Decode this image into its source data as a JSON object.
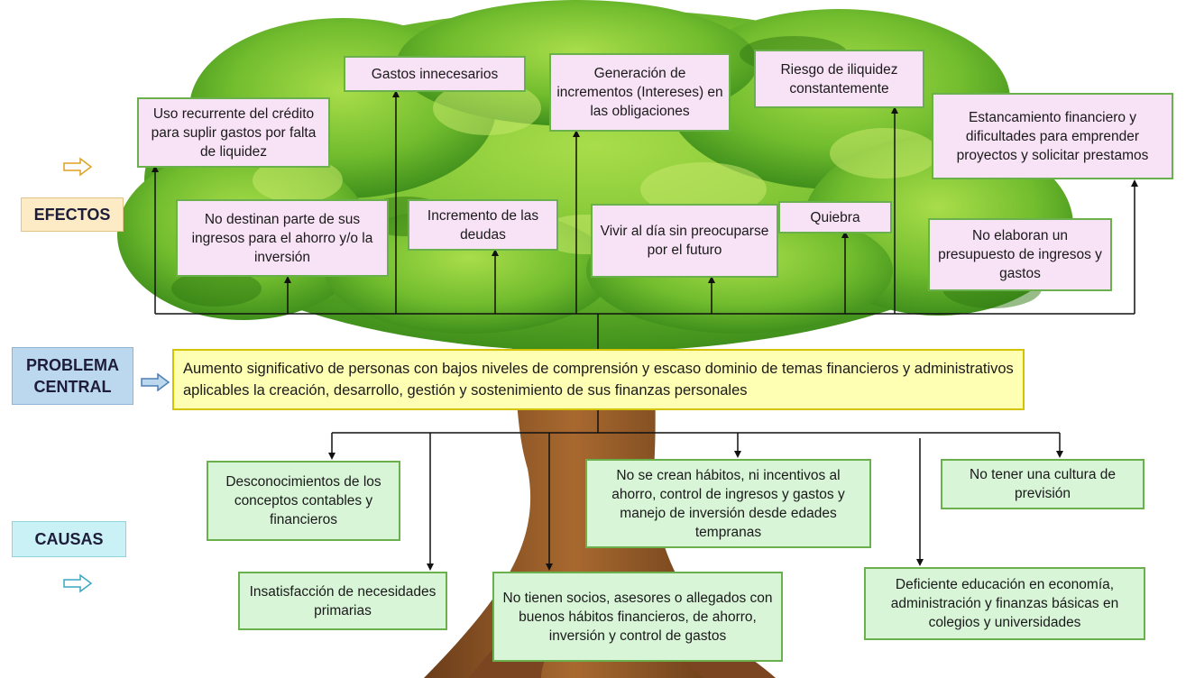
{
  "labels": {
    "efectos": "EFECTOS",
    "problema_line1": "PROBLEMA",
    "problema_line2": "CENTRAL",
    "causas": "CAUSAS"
  },
  "effects": {
    "e1": "Uso recurrente del crédito para suplir gastos por falta de liquidez",
    "e2": "Gastos innecesarios",
    "e3": "Generación de incrementos (Intereses) en las obligaciones",
    "e4": "Riesgo de iliquidez constantemente",
    "e5": "Estancamiento financiero y dificultades para emprender proyectos y solicitar prestamos",
    "e6": "No destinan parte de sus ingresos para el ahorro y/o la inversión",
    "e7": "Incremento de las deudas",
    "e8": "Vivir al día sin preocuparse por el futuro",
    "e9": "Quiebra",
    "e10": "No elaboran un presupuesto de ingresos y gastos"
  },
  "problem": "Aumento significativo de personas con bajos niveles de comprensión y escaso dominio de temas financieros y administrativos aplicables la creación, desarrollo, gestión y sostenimiento de sus finanzas personales",
  "causes": {
    "c1": "Desconocimientos de los conceptos contables y financieros",
    "c2": "No se crean hábitos, ni incentivos al ahorro, control de ingresos y gastos y manejo de inversión desde edades tempranas",
    "c3": "No tener una cultura de previsión",
    "c4": "Insatisfacción de necesidades primarias",
    "c5": "No tienen socios, asesores o allegados con buenos hábitos financieros, de ahorro, inversión y control de gastos",
    "c6": "Deficiente educación en economía, administración y finanzas básicas en colegios y universidades"
  },
  "icons": [
    "right-arrow-icon",
    "tree-illustration"
  ],
  "colors": {
    "effect_fill": "#f8e2f6",
    "cause_fill": "#d8f5d8",
    "box_border": "#6ab04c",
    "problem_fill": "#ffffb3",
    "efectos_label": "#fdebc6",
    "problema_label": "#bcd8ef",
    "causas_label": "#c9f1f6"
  }
}
